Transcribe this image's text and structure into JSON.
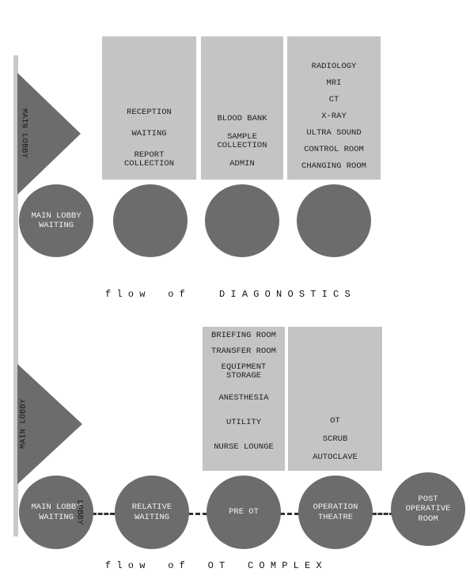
{
  "diagnostics": {
    "lobby_label": "MAIN LOBBY",
    "panels": [
      {
        "items": [
          "RECEPTION",
          "WAITING",
          "REPORT\nCOLLECTION"
        ]
      },
      {
        "items": [
          "BLOOD BANK",
          "SAMPLE\nCOLLECTION",
          "ADMIN"
        ]
      },
      {
        "items": [
          "RADIOLOGY",
          "MRI",
          "CT",
          "X-RAY",
          "ULTRA SOUND",
          "CONTROL ROOM",
          "CHANGING ROOM"
        ]
      }
    ],
    "circles": [
      "MAIN LOBBY\nWAITING",
      "",
      "",
      ""
    ],
    "caption": "f l o w    o f      D I A G O N O S T I C S"
  },
  "ot": {
    "lobby_label": "MAIN LOBBY",
    "panels": [
      {
        "items": [
          "BRIEFING ROOM",
          "TRANSFER ROOM",
          "EQUIPMENT\nSTORAGE",
          "ANESTHESIA",
          "UTILITY",
          "NURSE LOUNGE"
        ]
      },
      {
        "items": [
          "OT",
          "SCRUB",
          "AUTOCLAVE"
        ]
      }
    ],
    "circles": [
      "MAIN LOBBY\nWAITING",
      "RELATIVE\nWAITING",
      "PRE OT",
      "OPERATION\nTHEATRE",
      "POST\nOPERATIVE\nROOM"
    ],
    "overlap_label": "LOBBY",
    "caption": "f l o w    o f    O T    C O M P L E X"
  }
}
